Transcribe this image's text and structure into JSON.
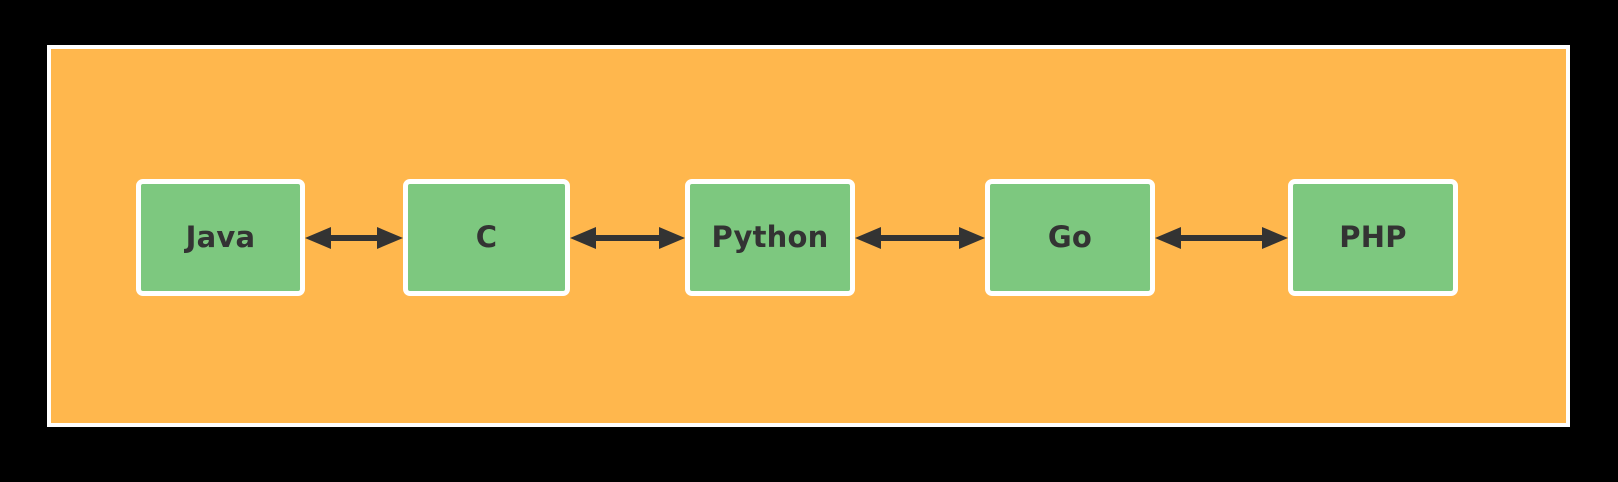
{
  "diagram": {
    "type": "flowchart-lr",
    "background_color": "#000000",
    "panel": {
      "fill_color": "#ffb74d",
      "border_color": "#ffffff"
    },
    "node_style": {
      "fill_color": "#7dc87f",
      "border_color": "#ffffff",
      "text_color": "#333333"
    },
    "edge_style": {
      "color": "#333333",
      "arrowhead": "double"
    },
    "nodes": [
      {
        "id": "java",
        "label": "Java"
      },
      {
        "id": "c",
        "label": "C"
      },
      {
        "id": "python",
        "label": "Python"
      },
      {
        "id": "go",
        "label": "Go"
      },
      {
        "id": "php",
        "label": "PHP"
      }
    ],
    "edges": [
      {
        "from": "java",
        "to": "c",
        "label": ""
      },
      {
        "from": "c",
        "to": "python",
        "label": ""
      },
      {
        "from": "python",
        "to": "go",
        "label": ""
      },
      {
        "from": "go",
        "to": "php",
        "label": ""
      }
    ]
  }
}
